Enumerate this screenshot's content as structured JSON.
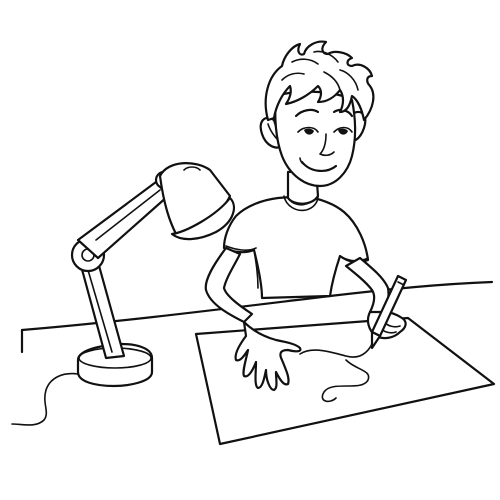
{
  "scene": {
    "kind": "line-art coloring illustration",
    "stroke_color": "#111111",
    "background_color": "#ffffff",
    "subjects": [
      "boy",
      "desk-lamp",
      "desk",
      "paper",
      "pencil"
    ]
  }
}
